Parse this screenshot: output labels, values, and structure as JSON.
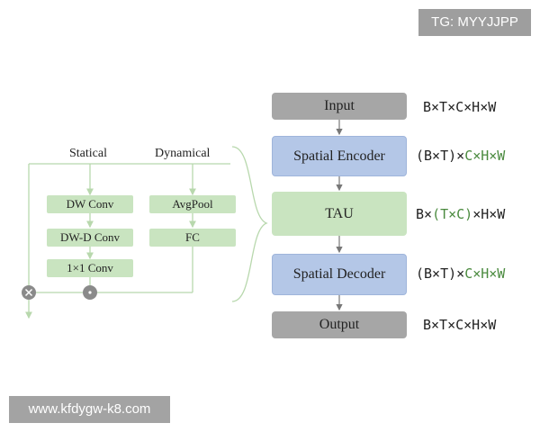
{
  "watermark_top": "TG: MYYJJPP",
  "watermark_bottom": "www.kfdygw-k8.com",
  "left_block": {
    "statical_label": "Statical",
    "dynamical_label": "Dynamical",
    "statical_ops": [
      "DW Conv",
      "DW-D Conv",
      "1×1 Conv"
    ],
    "dynamical_ops": [
      "AvgPool",
      "FC"
    ],
    "multiply_symbol": "×",
    "dot_symbol": "·"
  },
  "pipeline": [
    {
      "label": "Input",
      "shape": [
        {
          "t": "B×T×C×H×W"
        }
      ]
    },
    {
      "label": "Spatial Encoder",
      "shape": [
        {
          "t": "(B×T)×"
        },
        {
          "t": "C×H×W",
          "hl": true
        }
      ]
    },
    {
      "label": "TAU",
      "shape": [
        {
          "t": "B×"
        },
        {
          "t": "(T×C)",
          "hl": true
        },
        {
          "t": "×H×W"
        }
      ]
    },
    {
      "label": "Spatial Decoder",
      "shape": [
        {
          "t": "(B×T)×"
        },
        {
          "t": "C×H×W",
          "hl": true
        }
      ]
    },
    {
      "label": "Output",
      "shape": [
        {
          "t": "B×T×C×H×W"
        }
      ]
    }
  ],
  "colors": {
    "io_box": "#a6a6a6",
    "spatial_box": "#b4c7e7",
    "tau_box": "#c9e4c0",
    "highlight_text": "#4a8a3e",
    "connector_line": "#b8d8ad"
  }
}
